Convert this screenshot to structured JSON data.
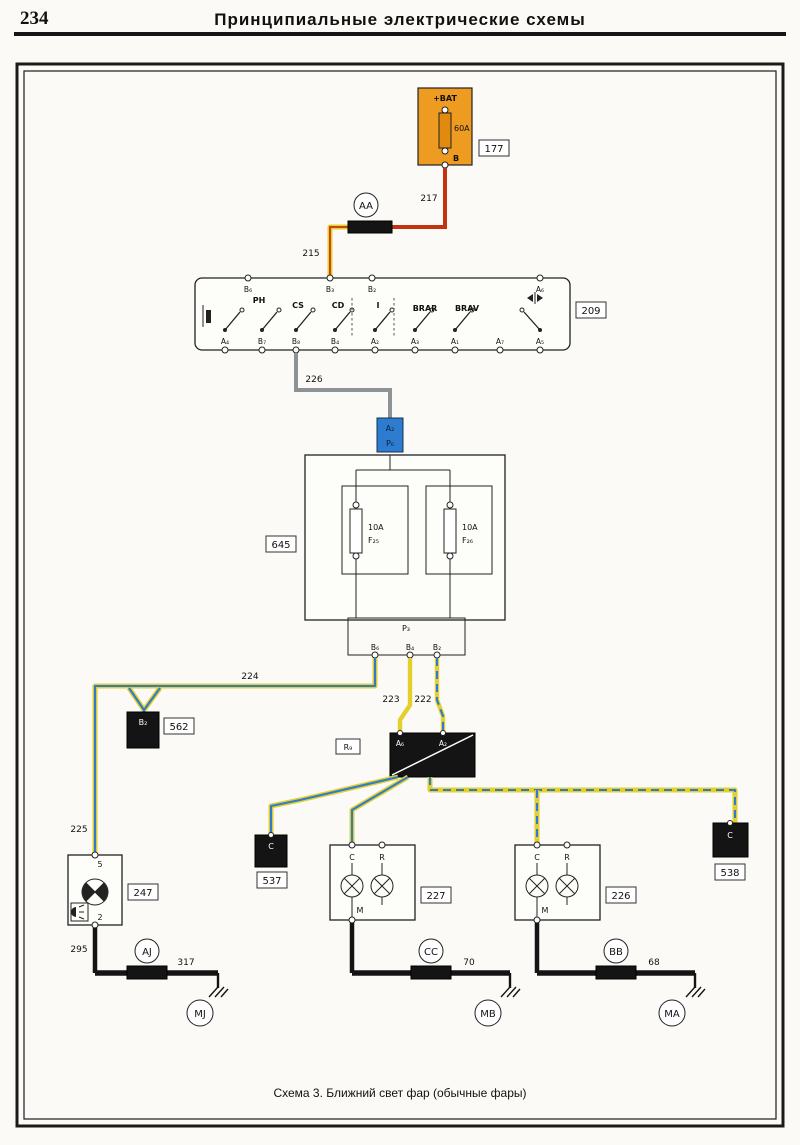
{
  "page": {
    "number": "234",
    "title": "Принципиальные электрические схемы",
    "caption": "Схема 3. Ближний свет фар (обычные фары)"
  },
  "colors": {
    "battery_fill": "#ee9b21",
    "connector_blue": "#2e7cd0",
    "wire_red": "#c23312",
    "wire_yellow": "#e3cf2d",
    "wire_blue": "#2d7cd2",
    "wire_gray": "#8d9297",
    "wire_black": "#141414"
  },
  "battery": {
    "plus": "+BAT",
    "amp": "60A",
    "b": "B",
    "ref": "177"
  },
  "wires": {
    "w217": "217",
    "w215": "215",
    "w226": "226",
    "w224": "224",
    "w225": "225",
    "w223": "223",
    "w222": "222",
    "w295": "295",
    "w317": "317",
    "w70": "70",
    "w68": "68"
  },
  "connectors": {
    "aa": "AA",
    "aj": "AJ",
    "cc": "CC",
    "bb": "BB",
    "mj": "MJ",
    "mb": "MB",
    "ma": "MA"
  },
  "switchbox": {
    "ref": "209",
    "top": [
      "B₆",
      "B₃",
      "B₂",
      "A₆"
    ],
    "bottom": [
      "A₄",
      "B₇",
      "B₈",
      "B₄",
      "A₂",
      "A₃",
      "A₁",
      "A₇",
      "A₅"
    ],
    "labels": [
      "PH",
      "CS",
      "CD",
      "I",
      "BRAR",
      "BRAV"
    ]
  },
  "bluecon": {
    "top": "A₂",
    "bottom": "P₆"
  },
  "fusebox": {
    "ref": "645",
    "amp1": "10A",
    "name1": "F₂₅",
    "amp2": "10A",
    "name2": "F₂₆",
    "strip": "P₃",
    "t1": "B₆",
    "t2": "B₄",
    "t3": "B₂"
  },
  "relay": {
    "tag": "R₉",
    "a6": "A₆",
    "a2": "A₂"
  },
  "b2box": {
    "label": "B₂",
    "ref": "562"
  },
  "headlight": {
    "ref": "247",
    "t_top": "5",
    "t_bottom": "2"
  },
  "c537": {
    "label": "C",
    "ref": "537"
  },
  "c538": {
    "label": "C",
    "ref": "538"
  },
  "lamp227": {
    "ref": "227",
    "c": "C",
    "r": "R",
    "m": "M"
  },
  "lamp226": {
    "ref": "226",
    "c": "C",
    "r": "R",
    "m": "M"
  }
}
